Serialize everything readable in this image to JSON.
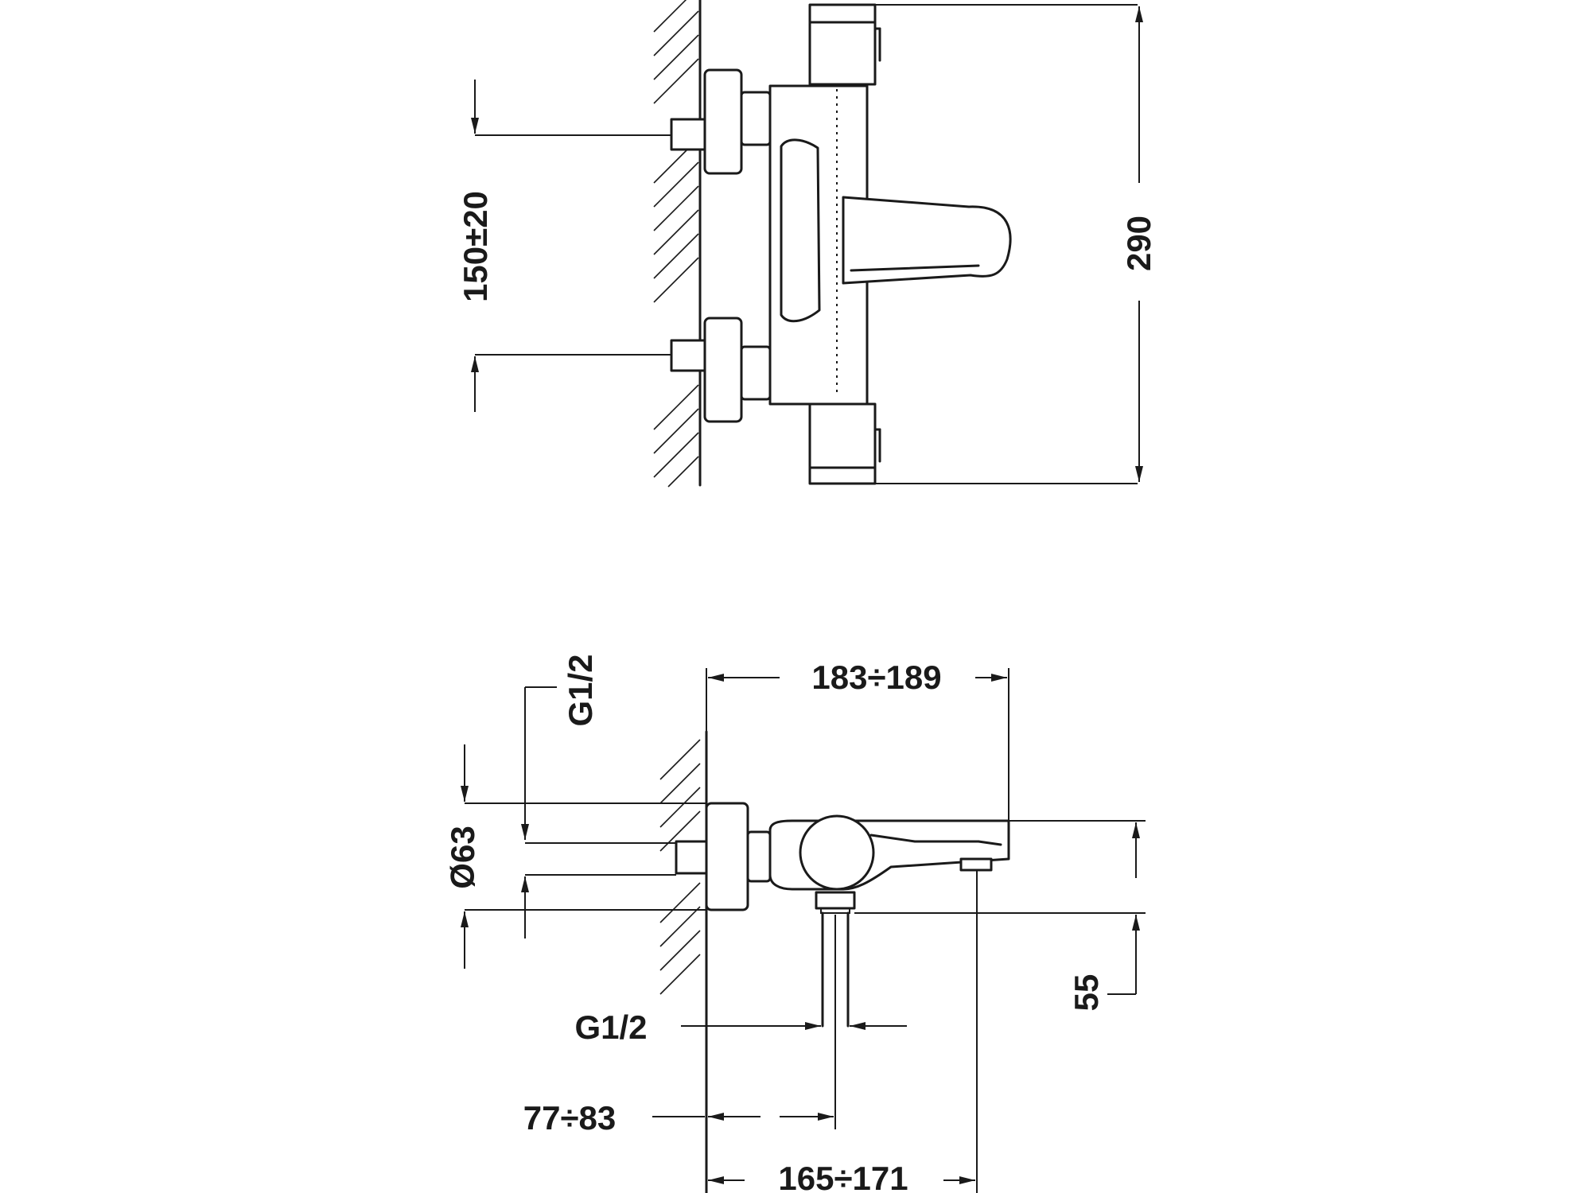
{
  "front_view": {
    "dim_inlet_spacing": "150±20",
    "dim_total_height": "290"
  },
  "side_view": {
    "dim_wall_to_spout": "183÷189",
    "dim_top_inlet_thread": "G1/2",
    "dim_escutcheon_diameter": "Ø63",
    "dim_outlet_height": "55",
    "dim_bottom_outlet_thread": "G1/2",
    "dim_wall_to_outlet": "77÷83",
    "dim_wall_to_aerator": "165÷171"
  },
  "colors": {
    "line": "#1a1a1a",
    "background": "#ffffff"
  }
}
